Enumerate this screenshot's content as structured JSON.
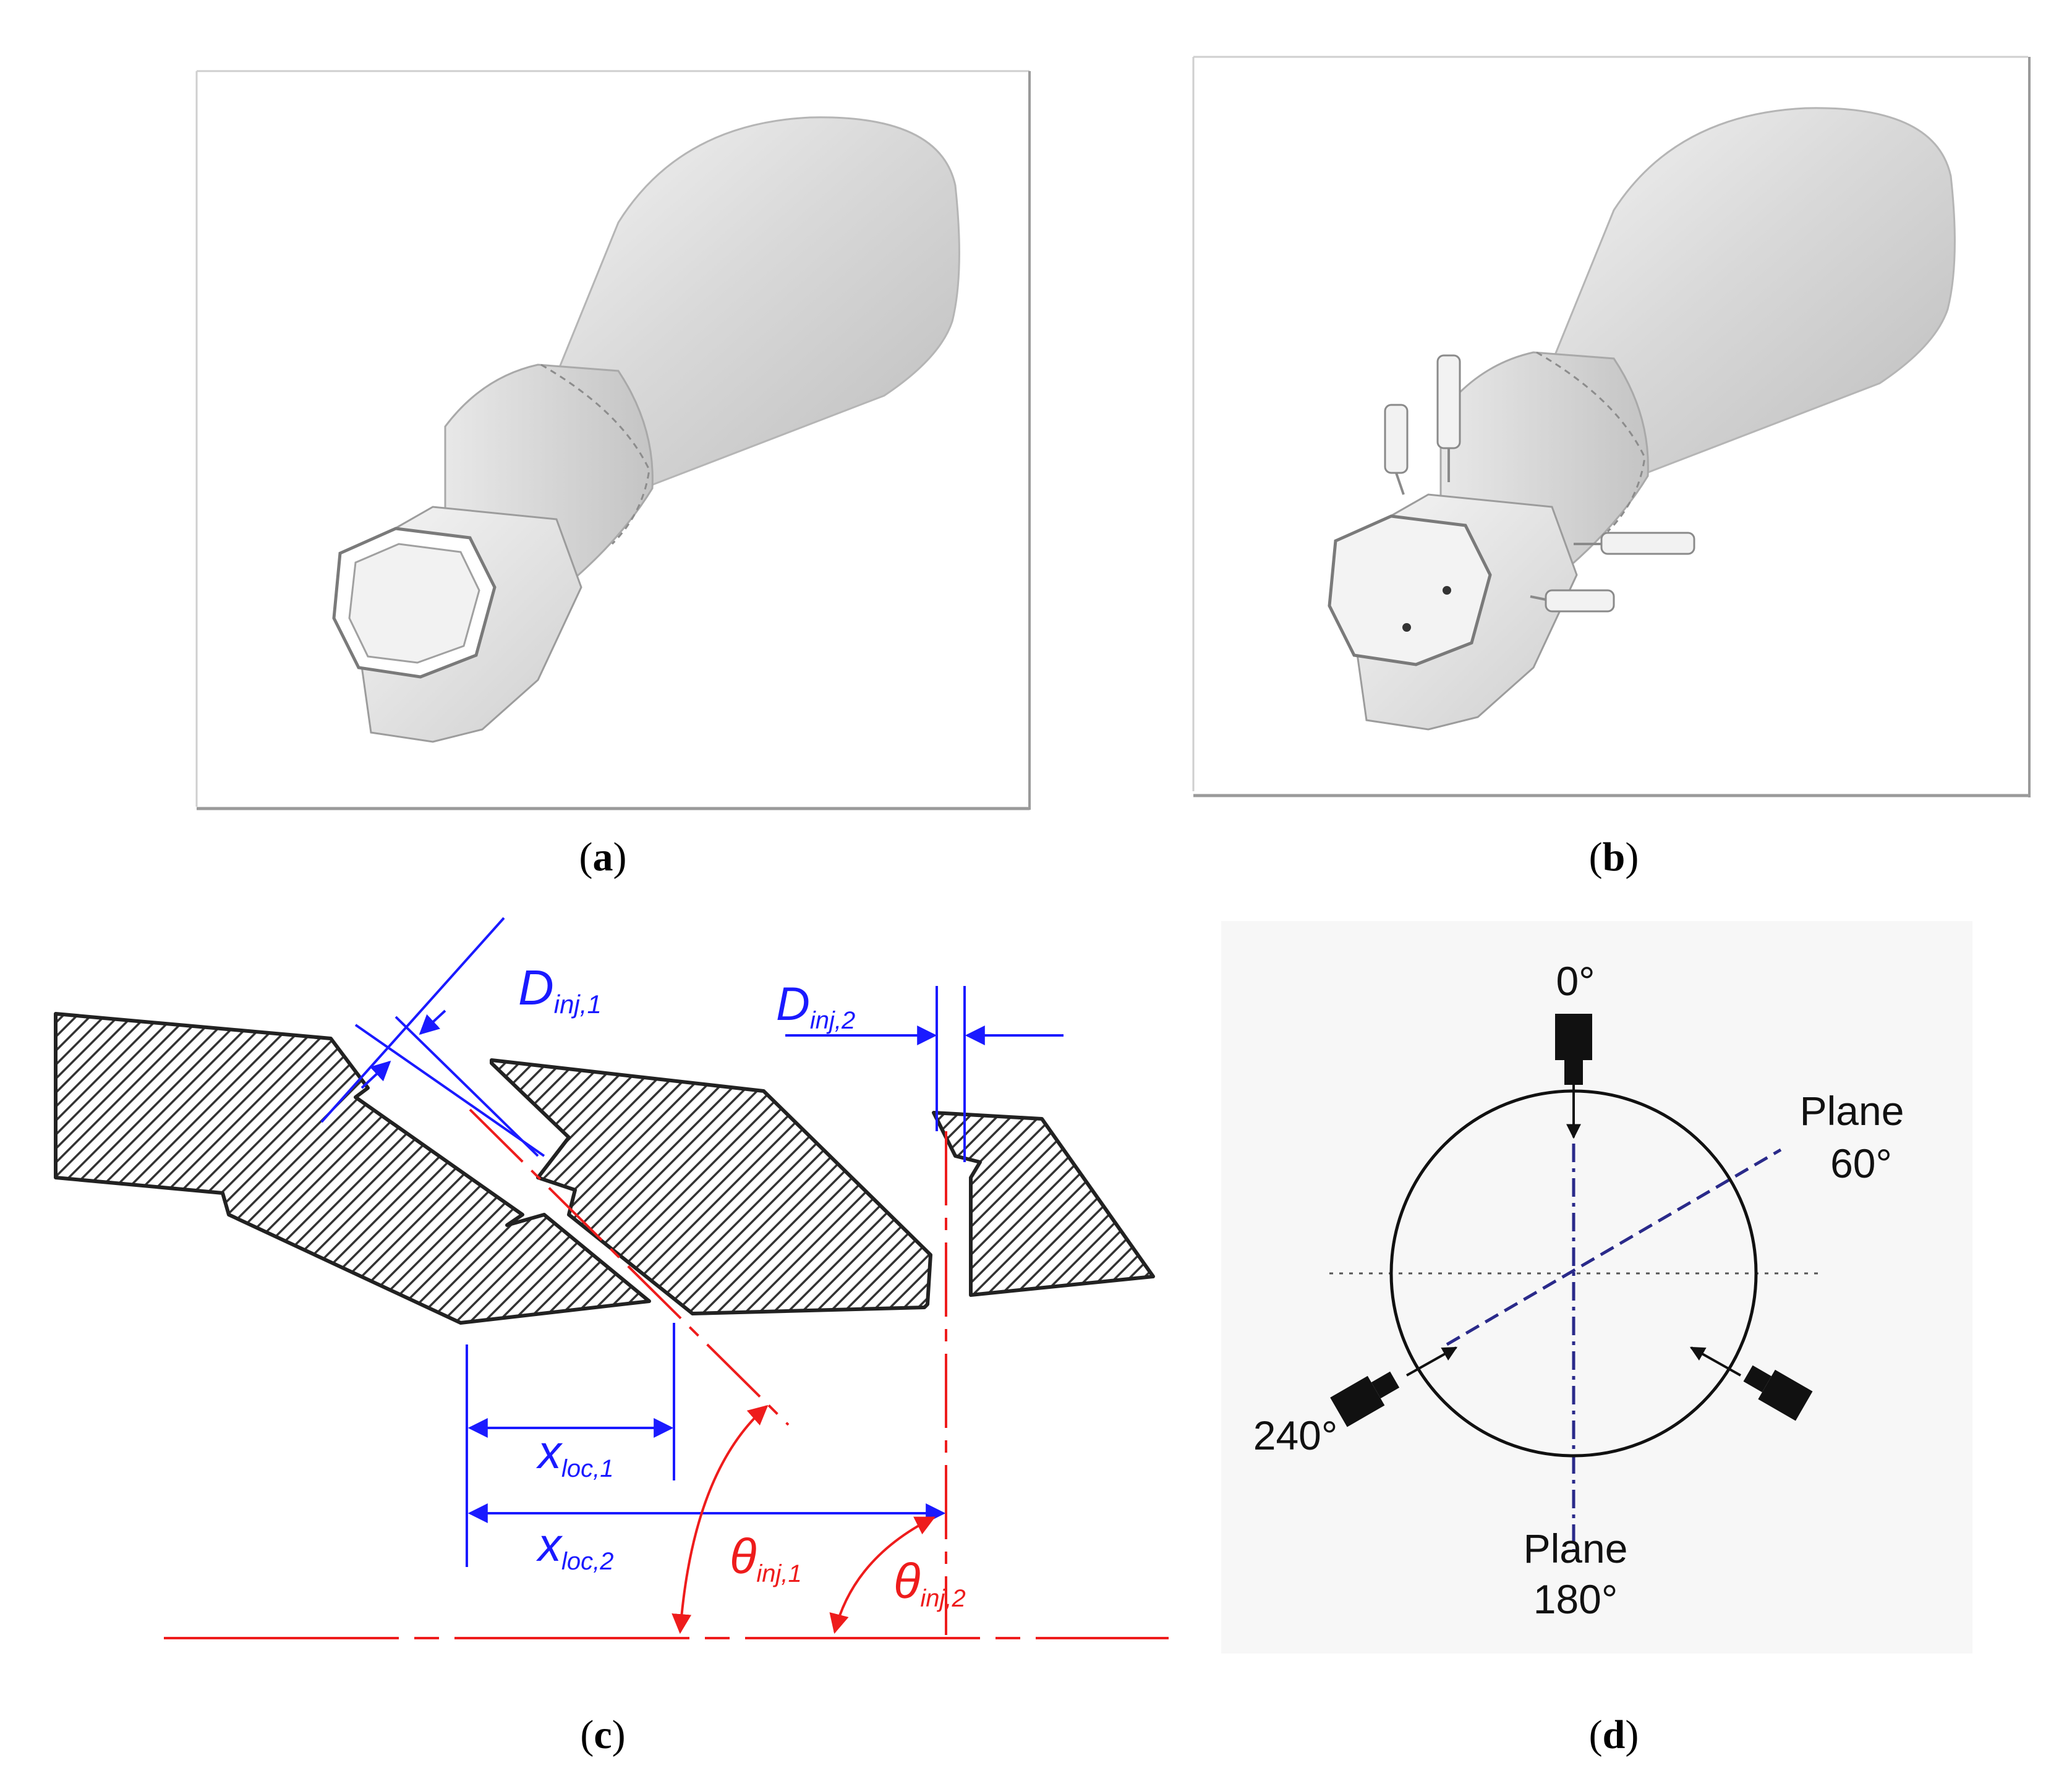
{
  "panels": {
    "a": {
      "caption_open": "(",
      "caption_letter": "a",
      "caption_close": ")"
    },
    "b": {
      "caption_open": "(",
      "caption_letter": "b",
      "caption_close": ")"
    },
    "c": {
      "caption_open": "(",
      "caption_letter": "c",
      "caption_close": ")",
      "labels": {
        "d_inj_1_main": "D",
        "d_inj_1_sub": "inj,1",
        "d_inj_2_main": "D",
        "d_inj_2_sub": "inj,2",
        "x_loc_1_main": "x",
        "x_loc_1_sub": "loc,1",
        "x_loc_2_main": "x",
        "x_loc_2_sub": "loc,2",
        "theta_inj_1_main": "θ",
        "theta_inj_1_sub": "inj,1",
        "theta_inj_2_main": "θ",
        "theta_inj_2_sub": "inj,2"
      }
    },
    "d": {
      "caption_open": "(",
      "caption_letter": "d",
      "caption_close": ")",
      "labels": {
        "angle_0": "0°",
        "plane_60_line1": "Plane",
        "plane_60_line2": "60°",
        "angle_240": "240°",
        "plane_180_line1": "Plane",
        "plane_180_line2": "180°"
      }
    }
  },
  "colors": {
    "dimension_blue": "#1a1aff",
    "reference_red": "#ee1c1c",
    "hatch_dark": "#333333",
    "plane_navy": "#2a2a8a",
    "render_gray": "#d6d6d6"
  }
}
